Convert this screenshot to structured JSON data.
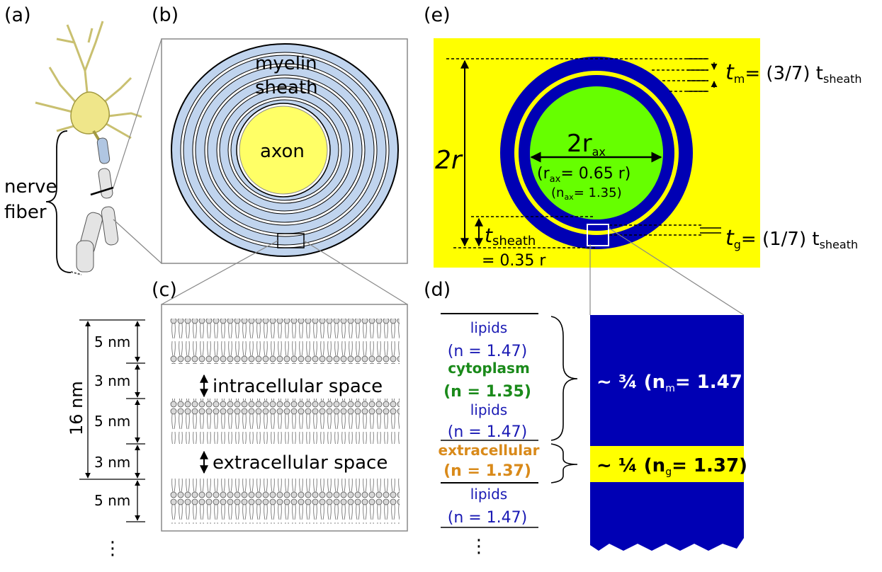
{
  "panels": {
    "a": "(a)",
    "b": "(b)",
    "c": "(c)",
    "d": "(d)",
    "e": "(e)"
  },
  "a": {
    "nerve": "nerve",
    "fiber": "fiber"
  },
  "b": {
    "myelin": "myelin",
    "sheath": "sheath",
    "axon": "axon"
  },
  "c": {
    "total": "16 nm",
    "layers": [
      "5 nm",
      "3 nm",
      "5 nm",
      "3 nm",
      "5 nm"
    ],
    "intracellular": "intracellular space",
    "extracellular": "extracellular space",
    "ellipsis": "⋮"
  },
  "d": {
    "items": [
      {
        "name": "lipids",
        "value": "(n = 1.47)",
        "color": "#1a1ab4"
      },
      {
        "name": "cytoplasm",
        "value": "(n = 1.35)",
        "color": "#1a8a1a"
      },
      {
        "name": "lipids",
        "value": "(n = 1.47)",
        "color": "#1a1ab4"
      },
      {
        "name": "extracellular",
        "value": "(n = 1.37)",
        "color": "#d98a1a"
      },
      {
        "name": "lipids",
        "value": "(n = 1.47)",
        "color": "#1a1ab4"
      }
    ],
    "ellipsis": "⋮",
    "myelin_fraction": "~ ¾ (n",
    "myelin_sub": "m",
    "myelin_val": "= 1.47)",
    "gap_fraction": "~ ¼ (n",
    "gap_sub": "g",
    "gap_val": "= 1.37)"
  },
  "e": {
    "two_r": "2r",
    "two_rax": "2r",
    "rax_sub": "ax",
    "rax_eq_a": "(r",
    "rax_eq_b": "= 0.65 r)",
    "nax_a": "(n",
    "nax_b": "= 1.35)",
    "tsheath": "t",
    "tsheath_sub": "sheath",
    "tsheath_eq": "= 0.35 r",
    "tm": "t",
    "tm_sub": "m",
    "tm_eq": "= (3/7) t",
    "tm_eq_sub": "sheath",
    "tg": "t",
    "tg_sub": "g",
    "tg_eq": "= (1/7) t",
    "tg_eq_sub": "sheath"
  },
  "colors": {
    "yellow": "#ffff00",
    "blue": "#0000b4",
    "green": "#66ff00",
    "myelin_light": "#c0d4ee",
    "axon_yellow": "#ffff66"
  }
}
